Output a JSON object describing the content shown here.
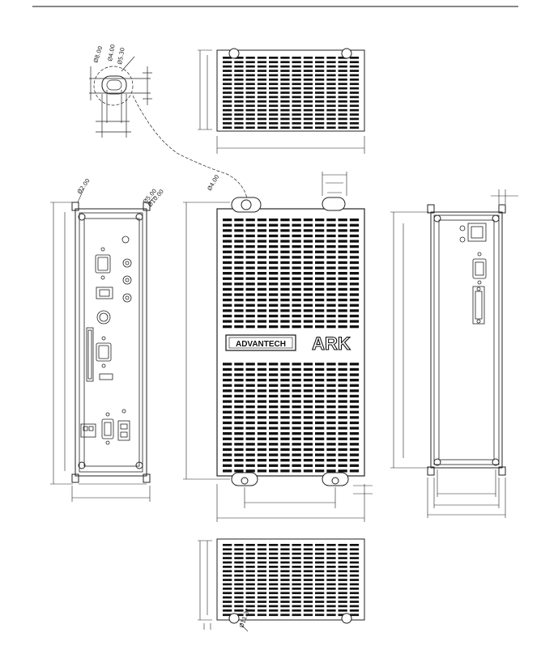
{
  "labels": {
    "d_8_00": "Ø8.00",
    "d_4_00": "Ø4.00",
    "d_5_30": "Ø5.30",
    "d_2_00": "Ø2.00",
    "d_5_00": "Ø5.00",
    "d_10_00": "Ø10.00",
    "d_4_00b": "Ø4.00",
    "d_11_31": "Ø11.31"
  },
  "brand": {
    "advantech": "ADVANTECH",
    "ark": "ARK"
  },
  "colors": {
    "line": "#222222",
    "vent": "#111111",
    "page": "#ffffff"
  },
  "icons": {
    "mount-hole": "mount-hole-icon",
    "db9": "db9-connector-icon",
    "usb": "usb-port-icon",
    "rj45": "rj45-port-icon"
  }
}
